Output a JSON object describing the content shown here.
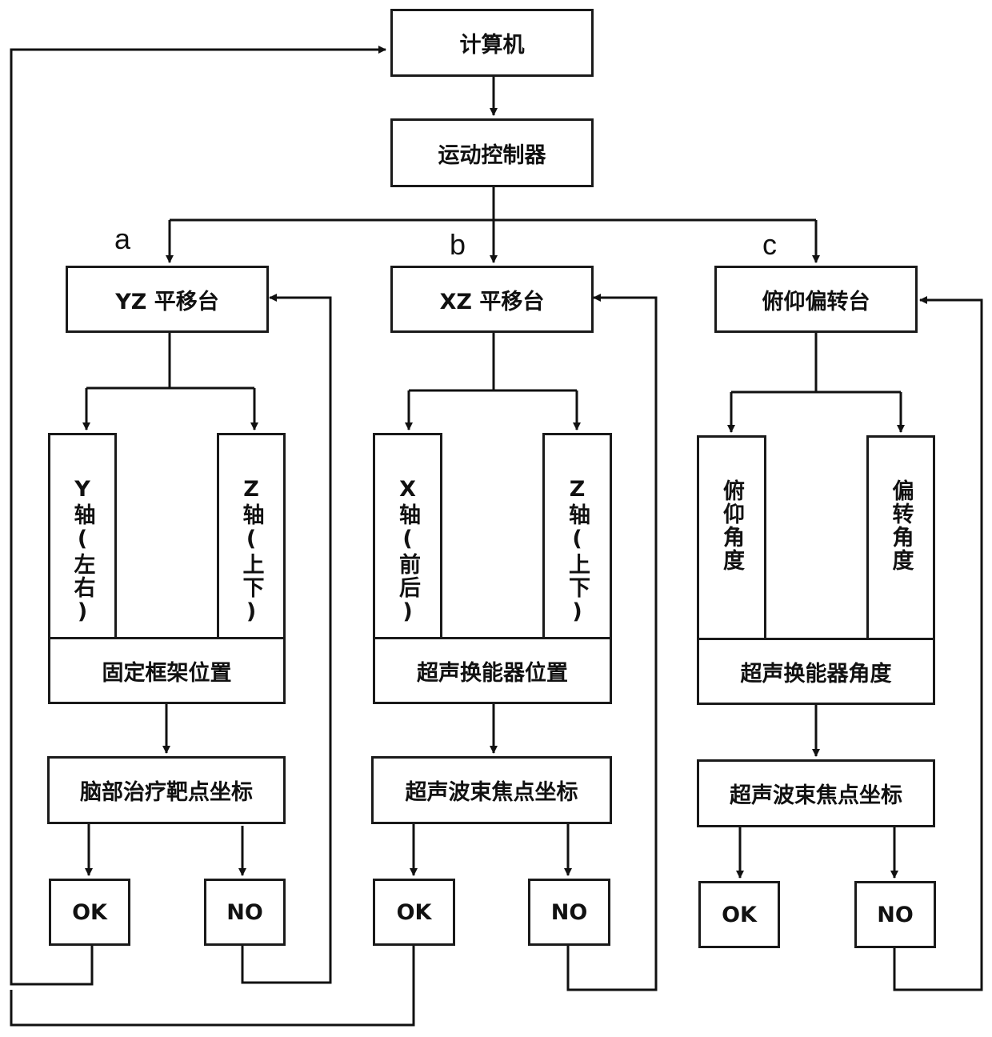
{
  "top": {
    "computer": "计算机",
    "controller": "运动控制器"
  },
  "branches": [
    {
      "letter": "a",
      "stage": "YZ 平移台",
      "axis_left": "Y轴(左右)",
      "axis_right": "Z轴(上下)",
      "position": "固定框架位置",
      "coord": "脑部治疗靶点坐标",
      "ok": "OK",
      "no": "NO"
    },
    {
      "letter": "b",
      "stage": "XZ 平移台",
      "axis_left": "X轴(前后)",
      "axis_right": "Z轴(上下)",
      "position": "超声换能器位置",
      "coord": "超声波束焦点坐标",
      "ok": "OK",
      "no": "NO"
    },
    {
      "letter": "c",
      "stage": "俯仰偏转台",
      "axis_left": "俯仰角度",
      "axis_right": "偏转角度",
      "position": "超声换能器角度",
      "coord": "超声波束焦点坐标",
      "ok": "OK",
      "no": "NO"
    }
  ]
}
